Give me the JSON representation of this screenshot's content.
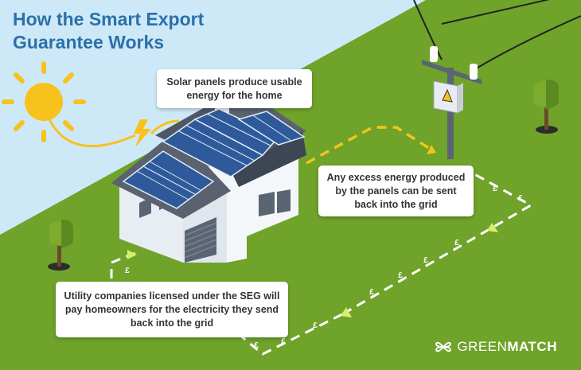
{
  "title": {
    "line1": "How the Smart Export",
    "line2": "Guarantee Works"
  },
  "callouts": {
    "solar": "Solar panels produce usable energy for the home",
    "excess": "Any excess energy produced by the panels can be sent back into the grid",
    "utility": "Utility companies licensed under the SEG will pay homeowners for the electricity they send back into the grid"
  },
  "logo": {
    "light": "GREEN",
    "bold": "MATCH",
    "icon": "leaf-icon"
  },
  "currency_symbol": "£",
  "colors": {
    "sky": "#cce9f8",
    "grass": "#6fa32a",
    "title": "#2d6fa8",
    "sun": "#f8c21c",
    "dash_yellow": "#f3c51c",
    "dash_white": "#ffffff"
  }
}
